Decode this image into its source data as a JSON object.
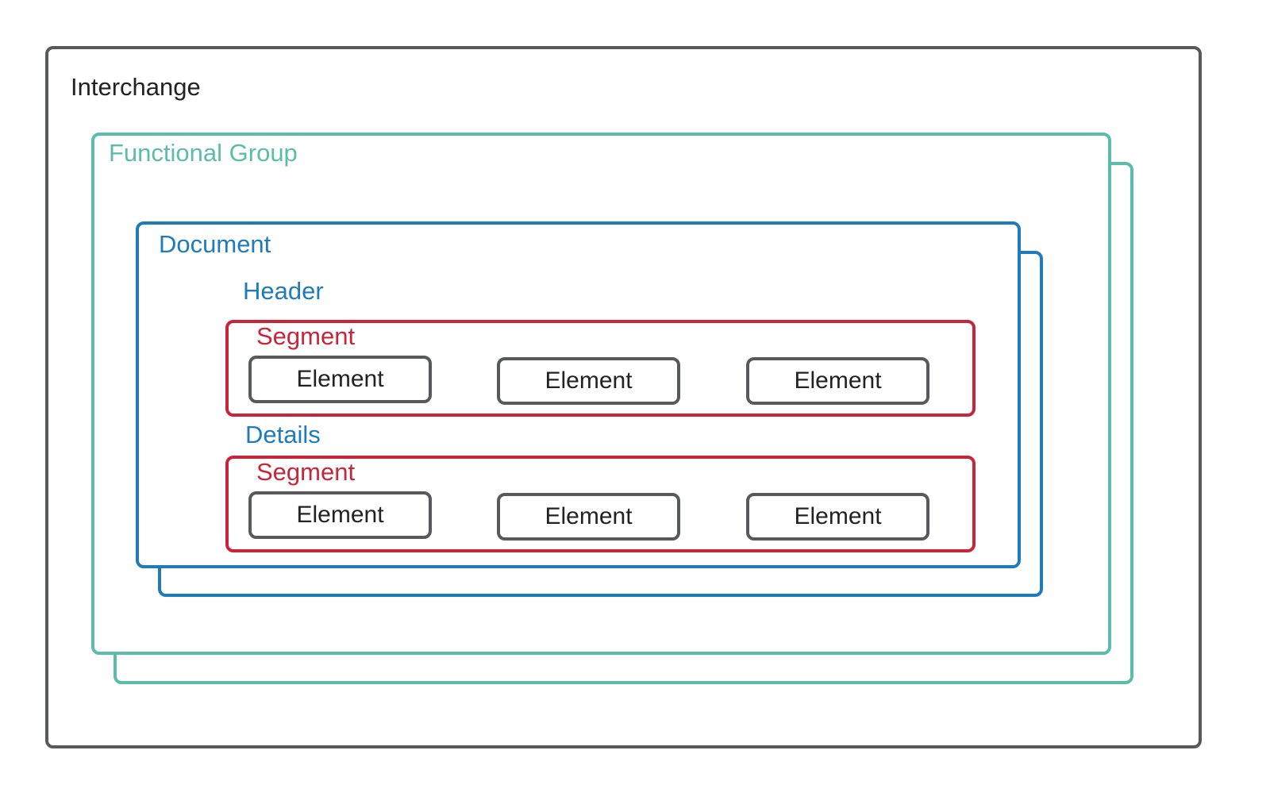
{
  "colors": {
    "interchange": "#58595b",
    "functional_group": "#5bbcab",
    "document": "#1f7bba",
    "segment": "#c8253a",
    "element": "#58595b",
    "text_dark": "#222222"
  },
  "interchange": {
    "label": "Interchange"
  },
  "functional_group": {
    "label": "Functional Group"
  },
  "document": {
    "label": "Document",
    "header_label": "Header",
    "details_label": "Details"
  },
  "header_segment": {
    "label": "Segment",
    "elements": [
      "Element",
      "Element",
      "Element"
    ]
  },
  "details_segment": {
    "label": "Segment",
    "elements": [
      "Element",
      "Element",
      "Element"
    ]
  }
}
